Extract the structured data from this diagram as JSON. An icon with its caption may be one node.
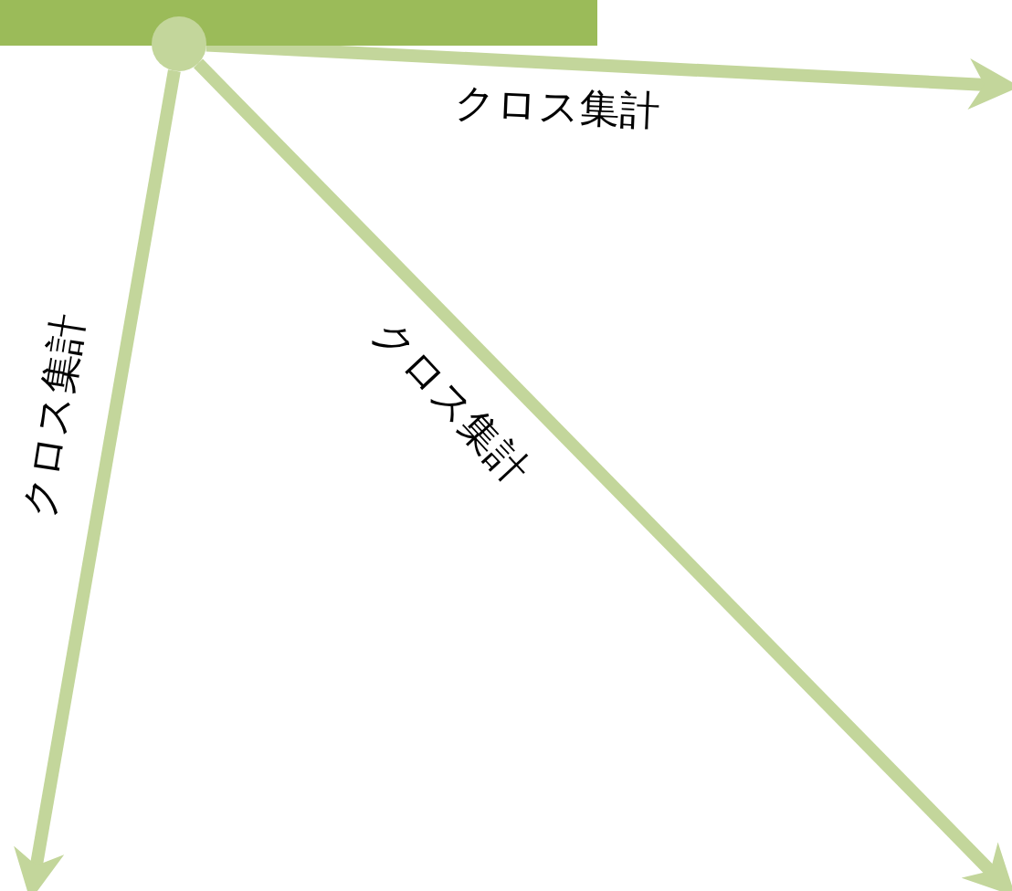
{
  "diagram": {
    "nodes": [
      {
        "text": [],
        "shape": "bar"
      },
      {
        "text": [],
        "shape": "circle"
      }
    ],
    "edges": [
      {
        "from": 1,
        "to": null,
        "arrow": "to",
        "label": "クロス集計"
      },
      {
        "from": 1,
        "to": null,
        "arrow": "to",
        "label": "クロス集計"
      },
      {
        "from": 1,
        "to": null,
        "arrow": "to",
        "label": "クロス集計"
      }
    ]
  }
}
